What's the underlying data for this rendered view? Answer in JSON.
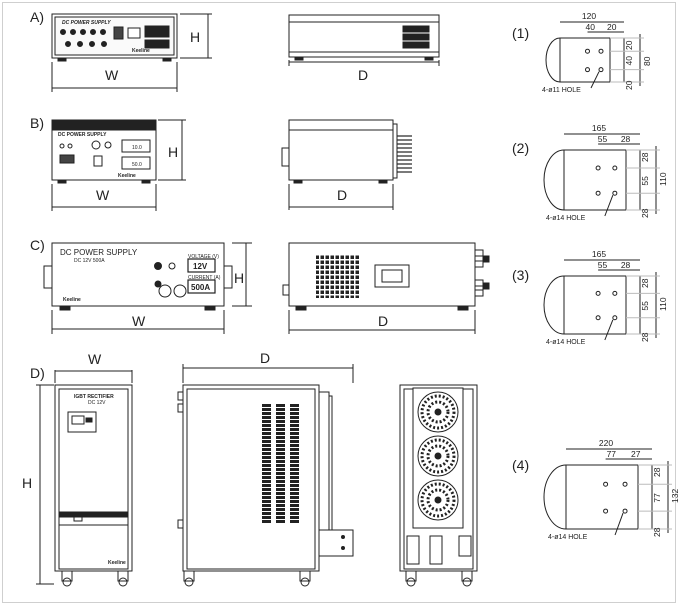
{
  "section_labels": {
    "a": "A)",
    "b": "B)",
    "c": "C)",
    "d": "D)"
  },
  "dims": {
    "w": "W",
    "h": "H",
    "d": "D"
  },
  "section_a": {
    "front_title": "DC POWER SUPPLY",
    "brand": "Keeline"
  },
  "section_b": {
    "front_title": "DC POWER SUPPLY",
    "brand": "Keeline",
    "meter1": "10.0",
    "meter2": "50.0"
  },
  "section_c": {
    "front_title": "DC POWER SUPPLY",
    "front_subtitle": "DC 12V 500A",
    "brand": "Keeline",
    "volt_label": "VOLTAGE (V)",
    "volt_value": "12V",
    "amp_label": "CURRENT (A)",
    "amp_value": "500A"
  },
  "section_d": {
    "front_title": "IGBT RECTIFIER",
    "front_subtitle": "DC 12V",
    "brand": "Keeline"
  },
  "mounts": [
    {
      "label": "(1)",
      "width": "120",
      "inner": "40",
      "offset": "20",
      "right_top": "20",
      "right_mid": "40",
      "right_bottom": "20",
      "total": "80",
      "hole": "4-ø11 HOLE"
    },
    {
      "label": "(2)",
      "width": "165",
      "inner": "55",
      "offset": "28",
      "right_top": "28",
      "right_mid": "55",
      "right_bottom": "28",
      "total": "110",
      "hole": "4-ø14 HOLE"
    },
    {
      "label": "(3)",
      "width": "165",
      "inner": "55",
      "offset": "28",
      "right_top": "28",
      "right_mid": "55",
      "right_bottom": "28",
      "total": "110",
      "hole": "4-ø14 HOLE"
    },
    {
      "label": "(4)",
      "width": "220",
      "inner": "77",
      "offset": "27",
      "right_top": "28",
      "right_mid": "77",
      "right_bottom": "28",
      "total": "132",
      "hole": "4-ø14 HOLE"
    }
  ]
}
